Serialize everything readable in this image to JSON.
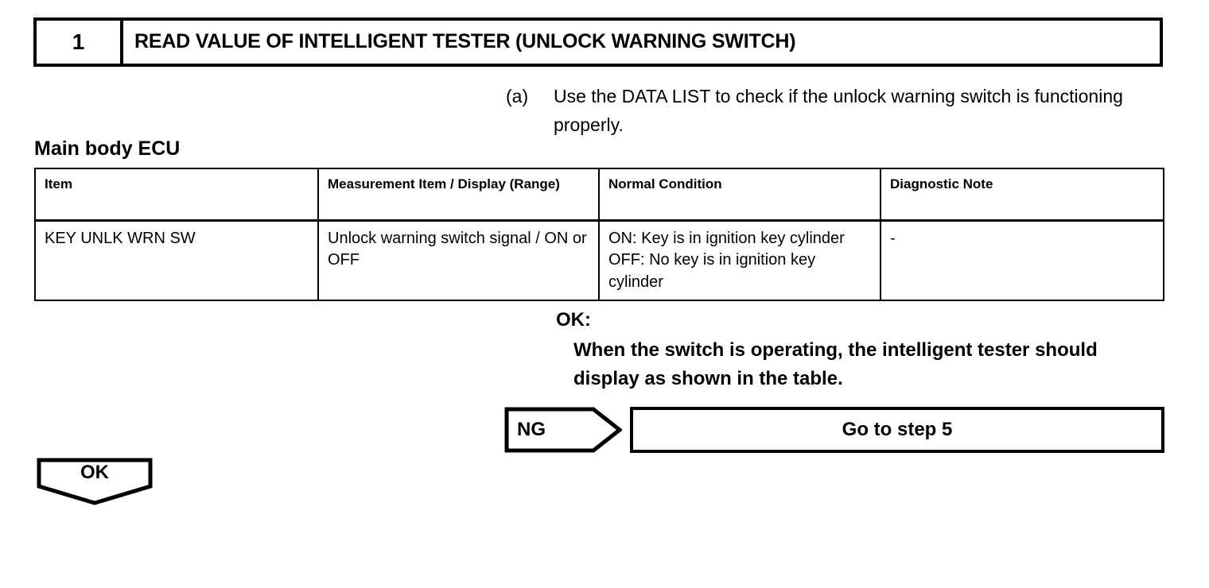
{
  "step": {
    "number": "1",
    "title": "READ VALUE OF INTELLIGENT TESTER (UNLOCK WARNING SWITCH)"
  },
  "instruction": {
    "marker": "(a)",
    "text": "Use the DATA LIST to check if the unlock warning switch is functioning properly."
  },
  "section": {
    "heading": "Main body ECU"
  },
  "table": {
    "headers": [
      "Item",
      "Measurement Item / Display (Range)",
      "Normal Condition",
      "Diagnostic Note"
    ],
    "rows": [
      {
        "item": "KEY UNLK WRN SW",
        "measurement": "Unlock warning switch signal / ON or OFF",
        "normal_condition": "ON: Key is in ignition key cylinder OFF: No key is in ignition key cylinder",
        "diagnostic_note": "-"
      }
    ]
  },
  "result_ok": {
    "label": "OK:",
    "text": "When the switch is operating, the intelligent tester should display as shown in the table."
  },
  "branch_ng": {
    "label": "NG",
    "action": "Go to step 5"
  },
  "branch_ok": {
    "label": "OK"
  },
  "colors": {
    "ink": "#000000",
    "paper": "#ffffff"
  }
}
